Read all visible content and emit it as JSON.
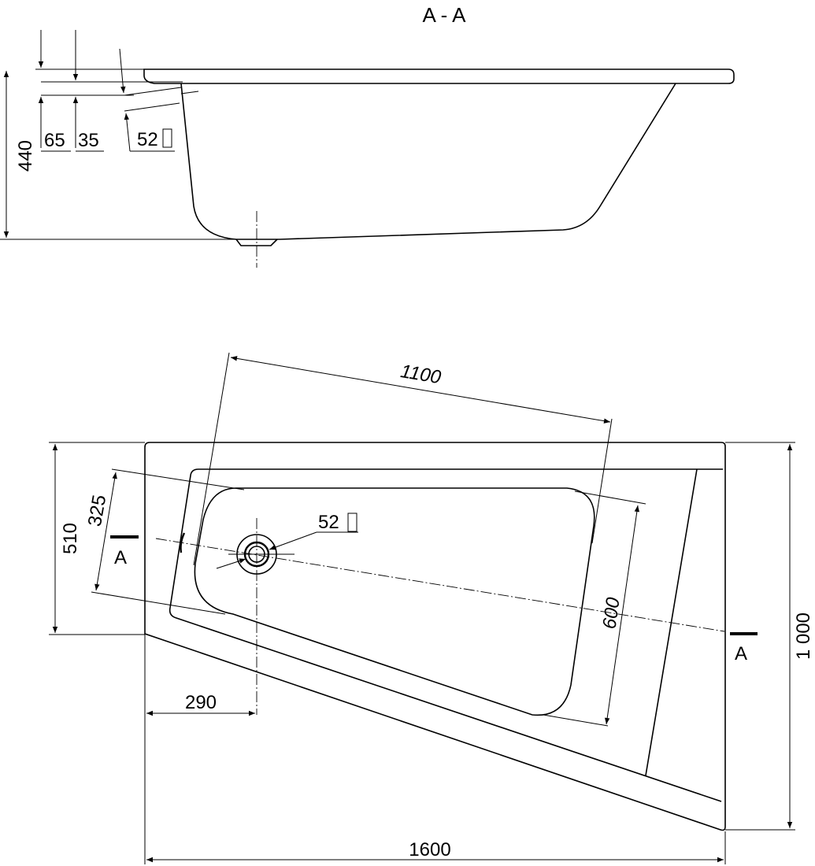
{
  "section": {
    "title": "A - A",
    "dims": {
      "height": "440",
      "d65": "65",
      "d35": "35",
      "drain": "52"
    }
  },
  "plan": {
    "dims": {
      "length_top": "1100",
      "drain": "52",
      "d325": "325",
      "d510": "510",
      "d600": "600",
      "d290": "290",
      "width_total": "1 000",
      "length_total": "1600"
    },
    "section_marker_left": "A",
    "section_marker_right": "A"
  }
}
